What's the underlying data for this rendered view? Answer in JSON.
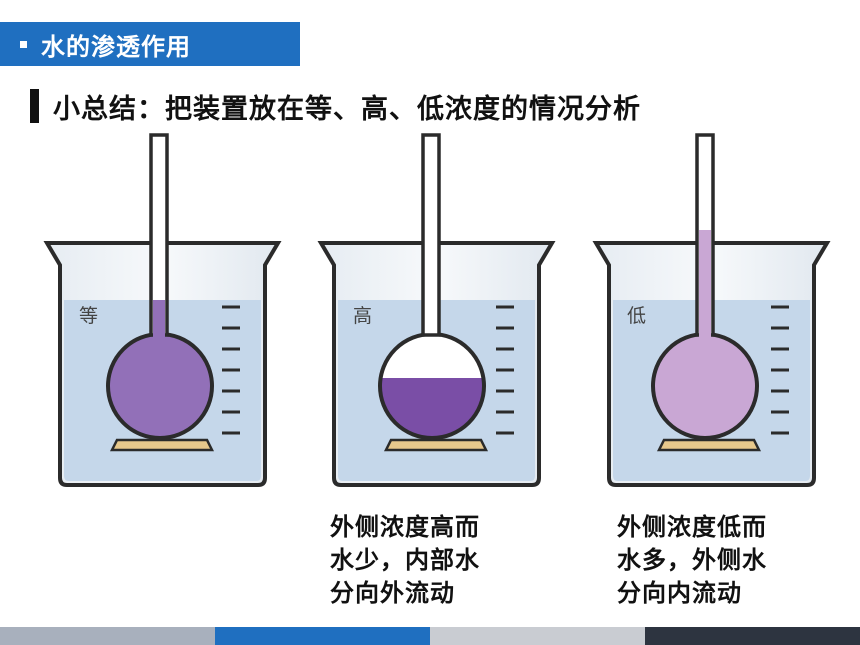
{
  "header": {
    "title": "水的渗透作用"
  },
  "subtitle": "小总结：把装置放在等、高、低浓度的情况分析",
  "beakers": [
    {
      "label": "等",
      "inner_fill": "#9270b8"
    },
    {
      "label": "高",
      "inner_fill": "#7a4ea6"
    },
    {
      "label": "低",
      "inner_fill": "#c9a7d4"
    }
  ],
  "captions": [
    {
      "lines": [
        "外侧浓度高而",
        "水少，内部水",
        "分向外流动"
      ]
    },
    {
      "lines": [
        "外侧浓度低而",
        "水多，外侧水",
        "分向内流动"
      ]
    }
  ],
  "colors": {
    "title_bg": "#1f6fc0",
    "water": "#c5d7ea",
    "bottom_bars": [
      "#a8b0bd",
      "#1f6fc0",
      "#c9ccd2",
      "#2d3440"
    ]
  }
}
